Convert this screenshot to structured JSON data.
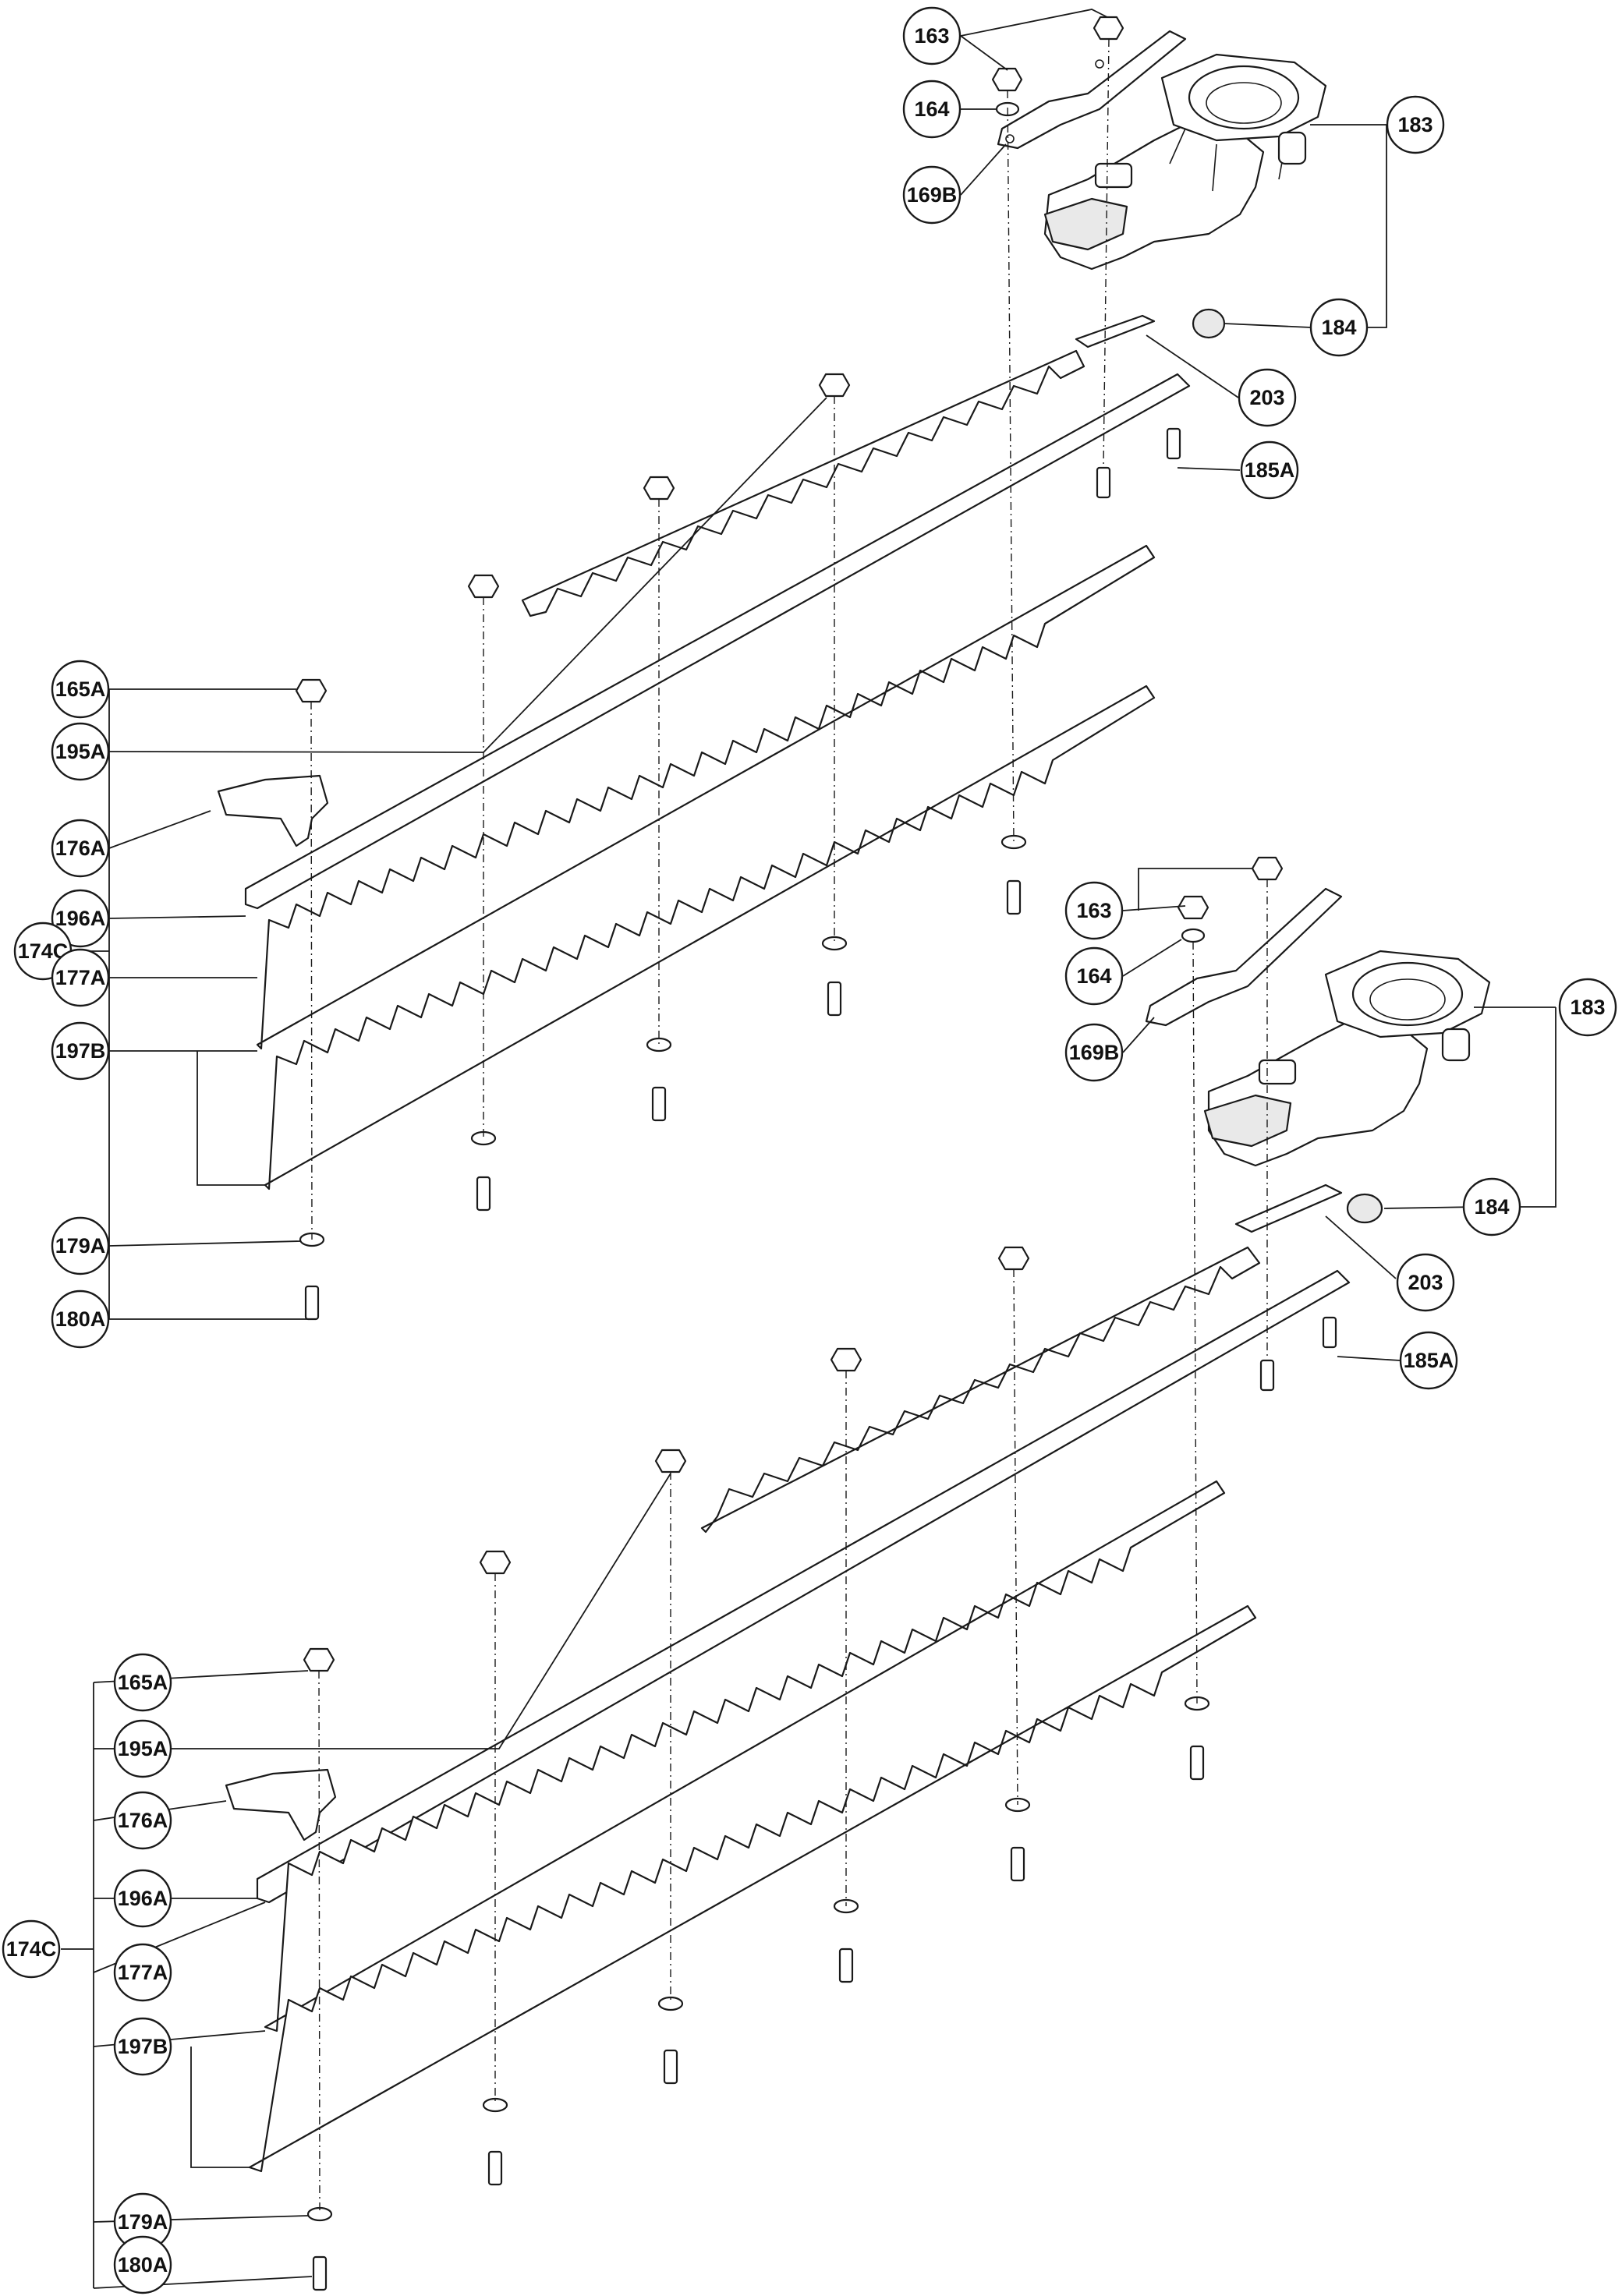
{
  "callouts": {
    "top": {
      "c163": "163",
      "c164": "164",
      "c169B": "169B",
      "c183": "183",
      "c184": "184",
      "c203": "203",
      "c185A": "185A",
      "c165A": "165A",
      "c195A": "195A",
      "c176A": "176A",
      "c196A": "196A",
      "c174C": "174C",
      "c177A": "177A",
      "c197B": "197B",
      "c179A": "179A",
      "c180A": "180A"
    },
    "bottom": {
      "c163": "163",
      "c164": "164",
      "c169B": "169B",
      "c183": "183",
      "c184": "184",
      "c203": "203",
      "c185A": "185A",
      "c165A": "165A",
      "c195A": "195A",
      "c176A": "176A",
      "c196A": "196A",
      "c174C": "174C",
      "c177A": "177A",
      "c197B": "197B",
      "c179A": "179A",
      "c180A": "180A"
    }
  },
  "colors": {
    "line": "#1a1a1a",
    "background": "#ffffff",
    "shade": "#e9e9e9"
  }
}
